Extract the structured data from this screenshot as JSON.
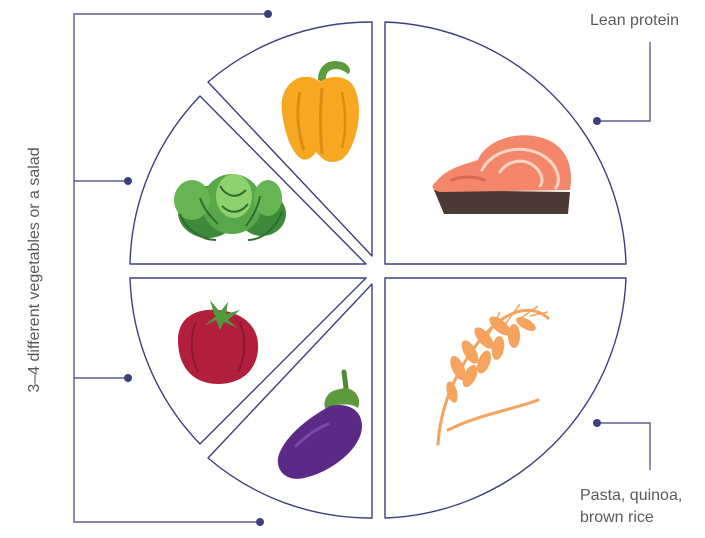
{
  "labels": {
    "vegetables": "3–4 different vegetables or a salad",
    "protein": "Lean protein",
    "grains_line1": "Pasta, quinoa,",
    "grains_line2": "brown rice"
  },
  "sections": [
    {
      "name": "Lean protein",
      "share": 0.25,
      "food": "salmon-steak"
    },
    {
      "name": "Pasta, quinoa, brown rice",
      "share": 0.25,
      "food": "wheat"
    },
    {
      "name": "3–4 different vegetables or a salad",
      "share": 0.5,
      "foods": [
        "yellow-pepper",
        "lettuce",
        "tomato",
        "eggplant"
      ]
    }
  ],
  "colors": {
    "outline": "#3d3f7d",
    "connector": "#3d3f7d",
    "text": "#5a5a5a",
    "pepper": "#f7a823",
    "lettuce": "#58a84a",
    "tomato": "#b21f3c",
    "eggplant": "#5b2a87",
    "salmon": "#f4876a",
    "wheat": "#f5a35d"
  }
}
